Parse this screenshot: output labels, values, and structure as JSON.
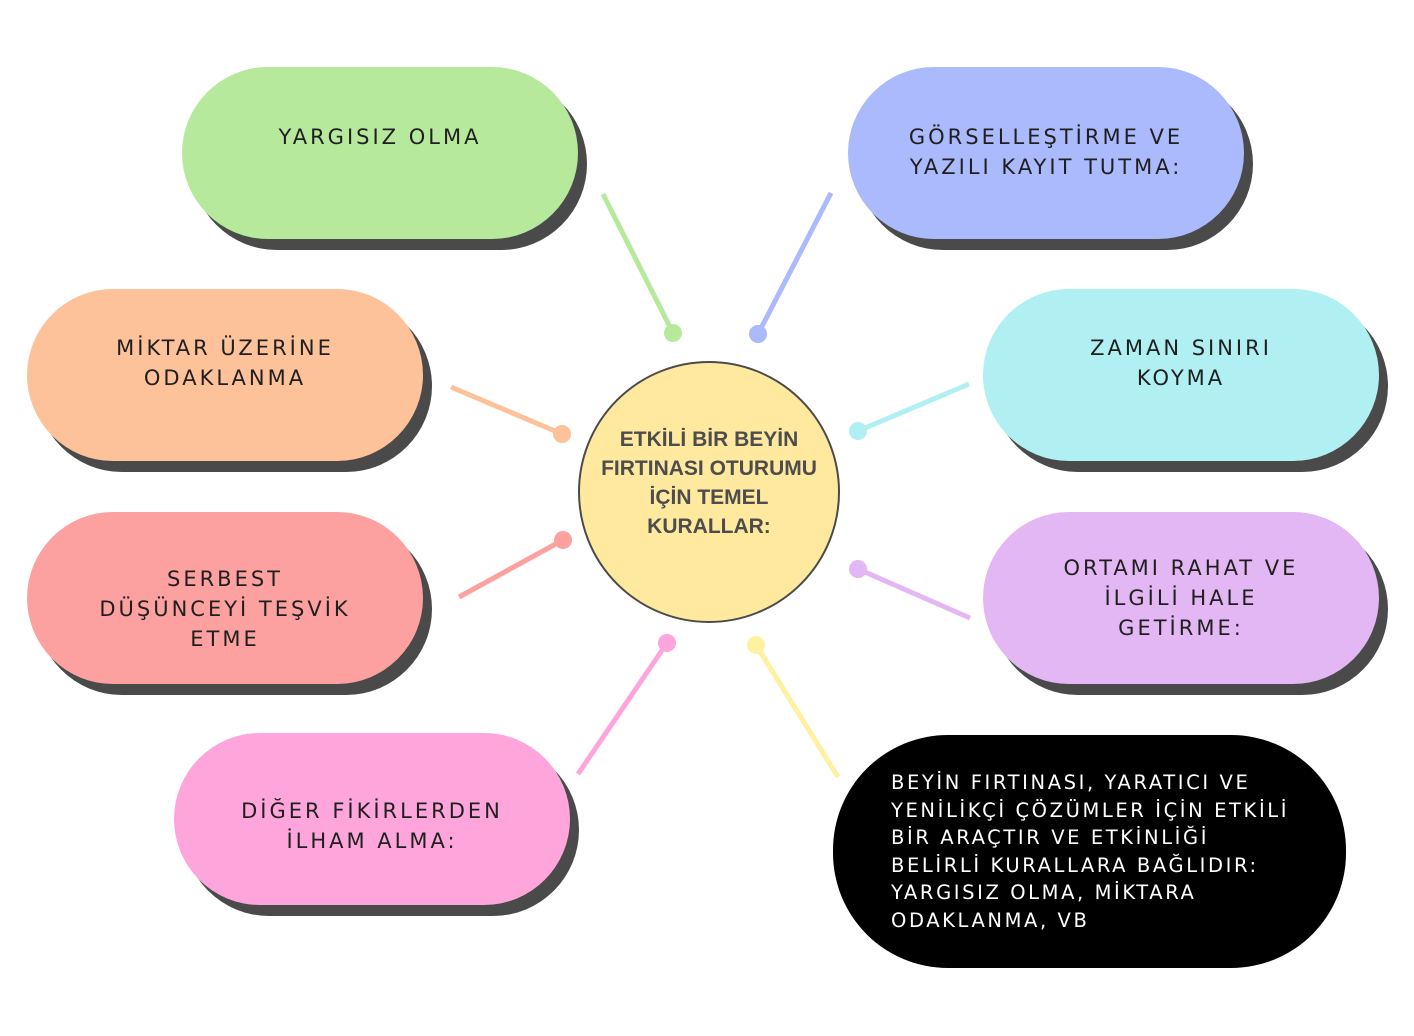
{
  "colors": {
    "green": "#b6e99c",
    "blue": "#abb9fd",
    "peach": "#fec29a",
    "cyan": "#b0eff2",
    "red": "#fca1a0",
    "lilac": "#e3b7f3",
    "pink": "#fea6dc",
    "black": "#000000",
    "center": "#ffe99e",
    "yellow": "#fff19f",
    "shadow": "#4a4a4a"
  },
  "center": {
    "text": "ETKİLİ BİR BEYİN\nFIRTINASI OTURUMU\nİÇİN TEMEL\nKURALLAR:"
  },
  "nodes": [
    {
      "id": "yargisiz",
      "text": "YARGISIZ OLMA",
      "color": "green"
    },
    {
      "id": "gorsel",
      "text": "GÖRSELLEŞTİRME VE\nYAZILI KAYIT TUTMA:",
      "color": "blue"
    },
    {
      "id": "miktar",
      "text": "MİKTAR ÜZERİNE\nODAKLANMA",
      "color": "peach"
    },
    {
      "id": "zaman",
      "text": "ZAMAN SINIRI\nKOYMA",
      "color": "cyan"
    },
    {
      "id": "serbest",
      "text": "SERBEST\nDÜŞÜNCEYİ TEŞVİK\nETME",
      "color": "red"
    },
    {
      "id": "ortam",
      "text": "ORTAMI RAHAT VE\nİLGİLİ HALE\nGETİRME:",
      "color": "lilac"
    },
    {
      "id": "diger",
      "text": "DİĞER FİKİRLERDEN\nİLHAM ALMA:",
      "color": "pink"
    },
    {
      "id": "summary",
      "text": "BEYİN FIRTINASI, YARATICI VE\nYENİLİKÇİ ÇÖZÜMLER İÇİN ETKİLİ\nBİR ARAÇTIR VE ETKİNLİĞİ\nBELİRLİ KURALLARA BAĞLIDIR:\nYARGISIZ OLMA, MİKTARA\nODAKLANMA, VB",
      "color": "black"
    }
  ]
}
